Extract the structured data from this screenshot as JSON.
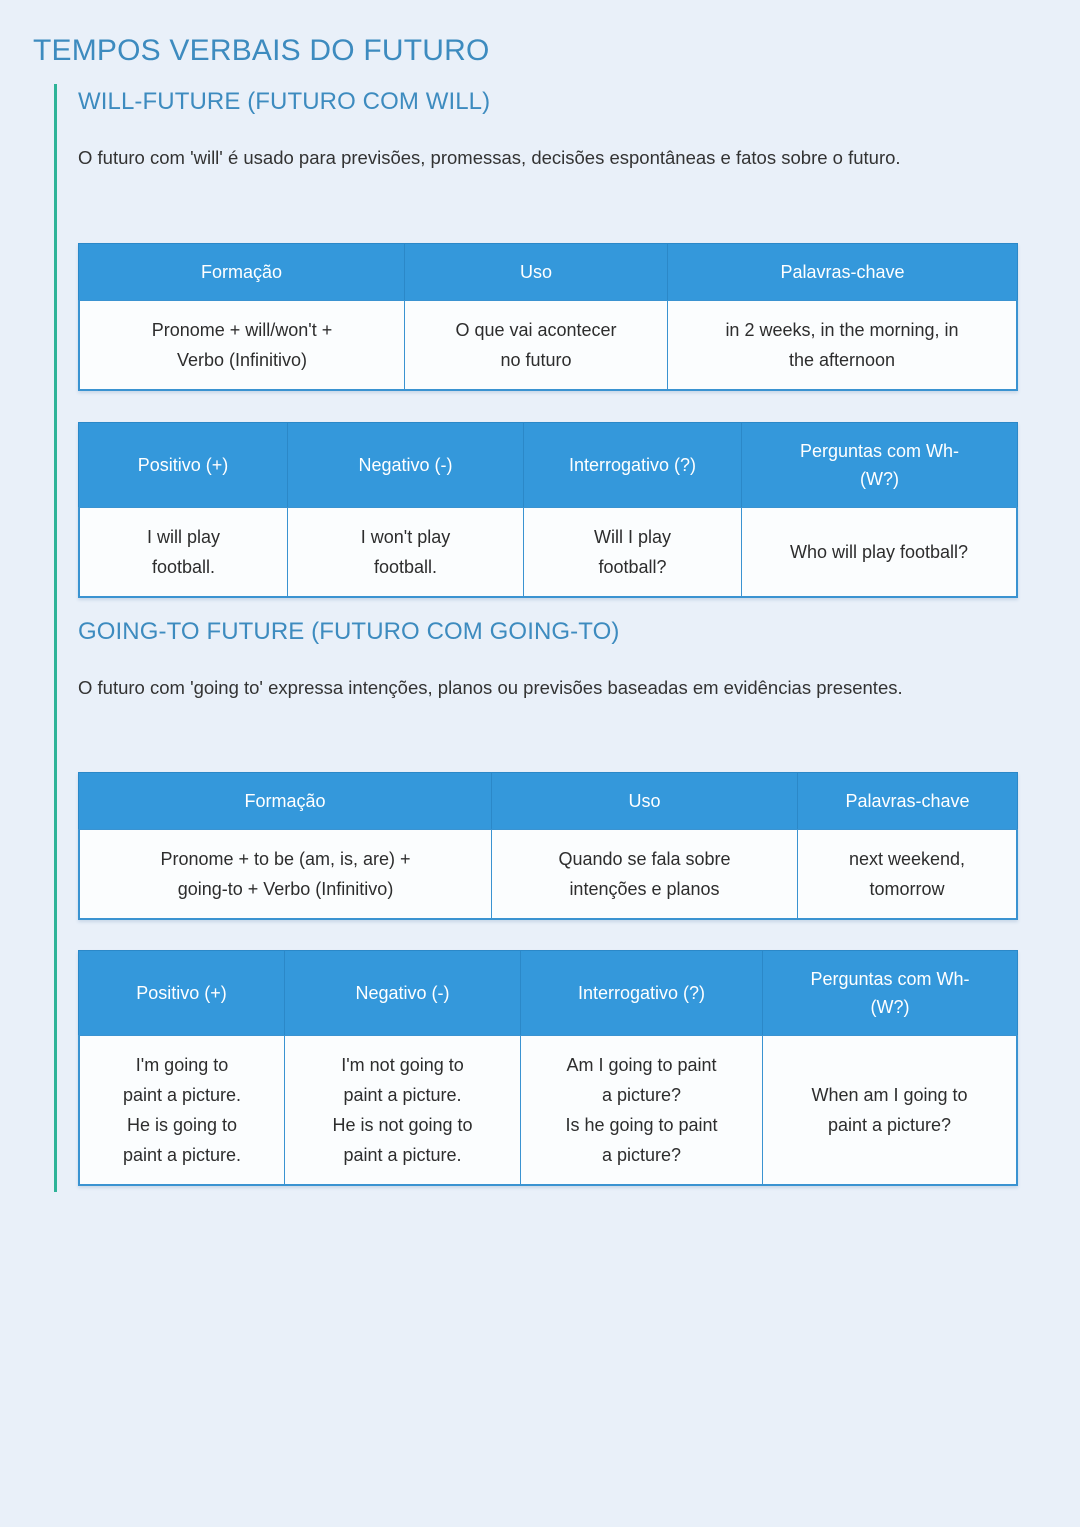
{
  "page": {
    "title": "TEMPOS VERBAIS DO FUTURO",
    "title_color": "#3d8bbf",
    "background_color": "#e9f0f9",
    "accent_bar_color": "#2eb398",
    "table_header_color": "#3498db",
    "table_cell_color": "#fbfdfe"
  },
  "sections": [
    {
      "heading": "WILL-FUTURE (FUTURO COM WILL)",
      "description": "O futuro com 'will' é usado para previsões, promessas, decisões espontâneas e fatos sobre o futuro.",
      "formation_table": {
        "headers": [
          "Formação",
          "Uso",
          "Palavras-chave"
        ],
        "rows": [
          {
            "formacao": [
              "Pronome + will/won't +",
              "Verbo (Infinitivo)"
            ],
            "uso": [
              "O que vai acontecer",
              "no futuro"
            ],
            "palavras_chave": [
              "in 2 weeks, in the morning, in",
              "the afternoon"
            ]
          }
        ]
      },
      "forms_table": {
        "headers": [
          "Positivo (+)",
          "Negativo (-)",
          "Interrogativo (?)",
          "Perguntas com Wh-(W?)"
        ],
        "rows": [
          {
            "positivo": [
              "I will play",
              "football."
            ],
            "negativo": [
              "I won't play",
              "football."
            ],
            "interrogativo": [
              "Will I play",
              "football?"
            ],
            "wh": [
              "Who will play football?"
            ]
          }
        ]
      }
    },
    {
      "heading": "GOING-TO FUTURE (FUTURO COM GOING-TO)",
      "description": "O futuro com 'going to' expressa intenções, planos ou previsões baseadas em evidências presentes.",
      "formation_table": {
        "headers": [
          "Formação",
          "Uso",
          "Palavras-chave"
        ],
        "rows": [
          {
            "formacao": [
              "Pronome + to be (am, is, are) +",
              "going-to + Verbo (Infinitivo)"
            ],
            "uso": [
              "Quando se fala sobre",
              "intenções e planos"
            ],
            "palavras_chave": [
              "next weekend,",
              "tomorrow"
            ]
          }
        ]
      },
      "forms_table": {
        "headers": [
          "Positivo (+)",
          "Negativo (-)",
          "Interrogativo (?)",
          "Perguntas com Wh-(W?)"
        ],
        "rows": [
          {
            "positivo": [
              "I'm going to",
              "paint a picture.",
              "He is going to",
              "paint a picture."
            ],
            "negativo": [
              "I'm not going to",
              "paint a picture.",
              "He is not going to",
              "paint a picture."
            ],
            "interrogativo": [
              "Am I going to paint",
              "a picture?",
              "Is he going to paint",
              "a picture?"
            ],
            "wh": [
              "When am I going to",
              "paint a picture?"
            ]
          }
        ]
      }
    }
  ],
  "wh_header": {
    "line1": "Perguntas com Wh-",
    "line2": "(W?)"
  }
}
